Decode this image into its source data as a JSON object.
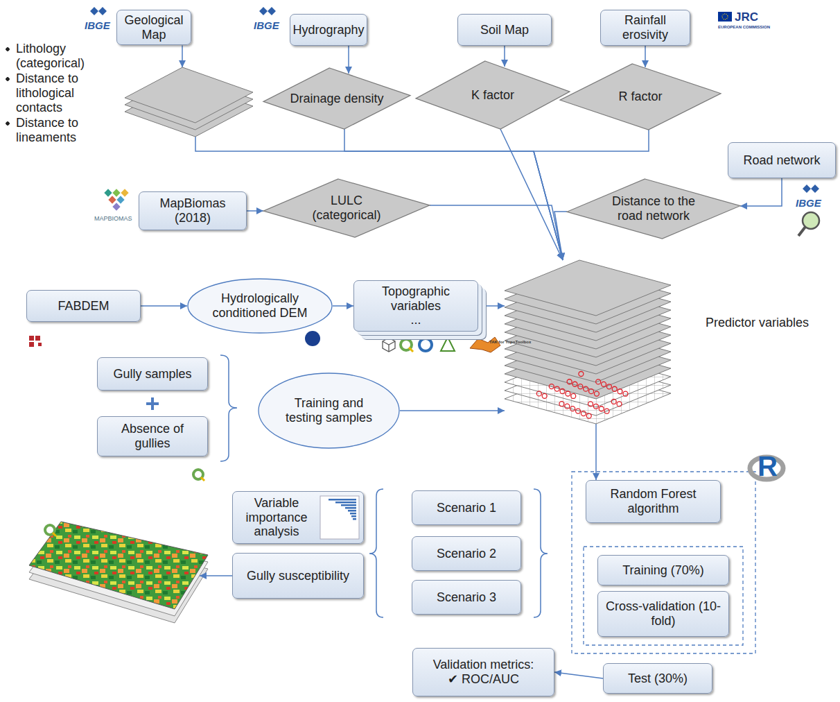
{
  "diagram": {
    "nodes": [
      {
        "text": [
          "Geological Map"
        ]
      },
      {
        "text": [
          "Hydrography"
        ]
      },
      {
        "text": [
          "Soil Map"
        ]
      },
      {
        "text": [
          "Rainfall erosivity"
        ]
      },
      {
        "text": [
          "Lithology (categorical)",
          "Distance to lithological contacts",
          "Distance to lineaments"
        ]
      },
      {
        "text": [
          "Drainage density"
        ]
      },
      {
        "text": [
          "K factor"
        ]
      },
      {
        "text": [
          "R factor"
        ]
      },
      {
        "text": [
          "Road network"
        ]
      },
      {
        "text": [
          "MapBiomas (2018)"
        ]
      },
      {
        "text": [
          "LULC (categorical)"
        ]
      },
      {
        "text": [
          "Distance to the road network"
        ]
      },
      {
        "text": [
          "FABDEM"
        ]
      },
      {
        "text": [
          "Hydrologically conditioned DEM"
        ]
      },
      {
        "text": [
          "Topographic variables",
          "..."
        ]
      },
      {
        "text": [
          "Predictor variables"
        ]
      },
      {
        "text": [
          "Gully samples"
        ]
      },
      {
        "text": [
          "Absence of gullies"
        ]
      },
      {
        "text": [
          "Training and testing samples"
        ]
      },
      {
        "text": [
          "Random Forest algorithm"
        ]
      },
      {
        "text": [
          "Training (70%)"
        ]
      },
      {
        "text": [
          "Cross-validation (10-fold)"
        ]
      },
      {
        "text": [
          "Test (30%)"
        ]
      },
      {
        "text": [
          "Validation metrics:",
          "✔ ROC/AUC"
        ]
      },
      {
        "text": [
          "Scenario 1"
        ]
      },
      {
        "text": [
          "Scenario 2"
        ]
      },
      {
        "text": [
          "Scenario 3"
        ]
      },
      {
        "text": [
          "Variable importance analysis"
        ]
      },
      {
        "text": [
          "Gully susceptibility"
        ]
      }
    ],
    "edges": [
      {
        "from": 0,
        "to": 4,
        "arrow": "to"
      },
      {
        "from": 1,
        "to": 5,
        "arrow": "to"
      },
      {
        "from": 2,
        "to": 6,
        "arrow": "to"
      },
      {
        "from": 3,
        "to": 7,
        "arrow": "to"
      },
      {
        "from": 8,
        "to": 11,
        "arrow": "to"
      },
      {
        "from": 9,
        "to": 10,
        "arrow": "to"
      },
      {
        "from": 4,
        "to": 15,
        "arrow": "to"
      },
      {
        "from": 5,
        "to": 15,
        "arrow": "to"
      },
      {
        "from": 6,
        "to": 15,
        "arrow": "to"
      },
      {
        "from": 7,
        "to": 15,
        "arrow": "to"
      },
      {
        "from": 10,
        "to": 15,
        "arrow": "to"
      },
      {
        "from": 11,
        "to": 15,
        "arrow": "to"
      },
      {
        "from": 12,
        "to": 13,
        "arrow": "to"
      },
      {
        "from": 13,
        "to": 14,
        "arrow": "to"
      },
      {
        "from": 14,
        "to": 15,
        "arrow": "to"
      },
      {
        "from": 18,
        "to": 15,
        "arrow": "to"
      },
      {
        "from": 15,
        "to": 19,
        "arrow": "to"
      },
      {
        "from": 22,
        "to": 23,
        "arrow": "to"
      }
    ],
    "labels": [
      "IBGE",
      "IBGE",
      "JRC",
      "EUROPEAN COMMISSION",
      "IBGE",
      "MAPBIOMAS",
      "TAK for TopoToolbox",
      "R"
    ]
  }
}
